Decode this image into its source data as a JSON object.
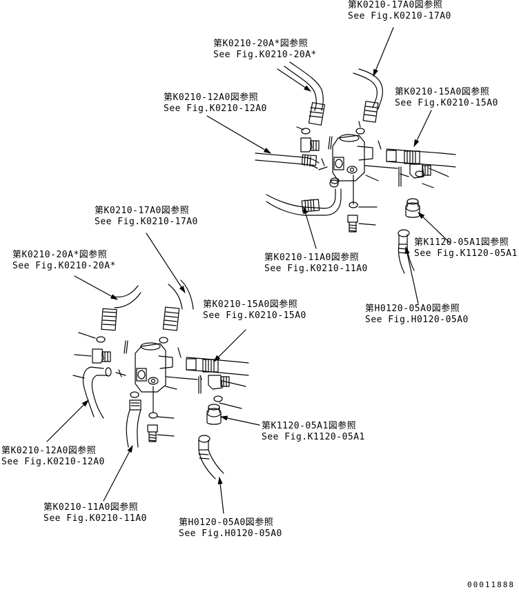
{
  "callouts": {
    "top": [
      {
        "jp": "第K0210-17A0図参照",
        "en": "See Fig.K0210-17A0"
      },
      {
        "jp": "第K0210-20A*図参照",
        "en": "See Fig.K0210-20A*"
      },
      {
        "jp": "第K0210-12A0図参照",
        "en": "See Fig.K0210-12A0"
      },
      {
        "jp": "第K0210-15A0図参照",
        "en": "See Fig.K0210-15A0"
      },
      {
        "jp": "第K0210-11A0図参照",
        "en": "See Fig.K0210-11A0"
      },
      {
        "jp": "第K1120-05A1図参照",
        "en": "See Fig.K1120-05A1"
      },
      {
        "jp": "第H0120-05A0図参照",
        "en": "See Fig.H0120-05A0"
      }
    ],
    "bottom": [
      {
        "jp": "第K0210-17A0図参照",
        "en": "See Fig.K0210-17A0"
      },
      {
        "jp": "第K0210-20A*図参照",
        "en": "See Fig.K0210-20A*"
      },
      {
        "jp": "第K0210-15A0図参照",
        "en": "See Fig.K0210-15A0"
      },
      {
        "jp": "第K1120-05A1図参照",
        "en": "See Fig.K1120-05A1"
      },
      {
        "jp": "第K0210-12A0図参照",
        "en": "See Fig.K0210-12A0"
      },
      {
        "jp": "第K0210-11A0図参照",
        "en": "See Fig.K0210-11A0"
      },
      {
        "jp": "第H0120-05A0図参照",
        "en": "See Fig.H0120-05A0"
      }
    ]
  },
  "document_number": "00011888"
}
